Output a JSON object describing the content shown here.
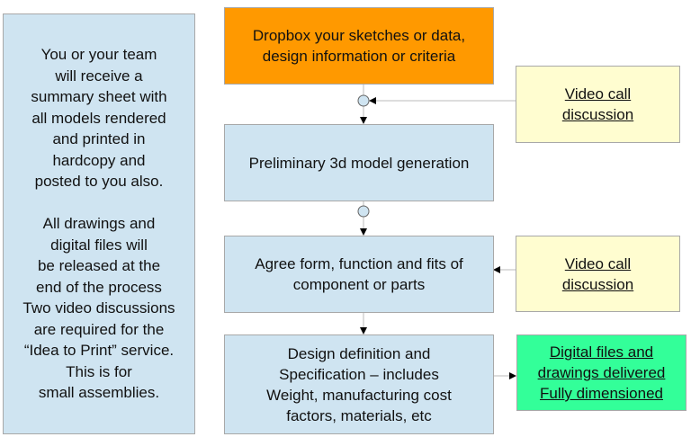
{
  "side_note": {
    "text": "You or your team\nwill receive a\nsummary sheet with\nall models rendered\nand printed in\nhardcopy and\nposted to you also.\n\nAll drawings and\ndigital files will\nbe released at the\nend of the process\nTwo video discussions\nare required for the\n“Idea to Print” service.\nThis is for\nsmall assemblies."
  },
  "steps": [
    {
      "label": "Dropbox your sketches or data,\ndesign information or criteria"
    },
    {
      "label": "Preliminary 3d model generation"
    },
    {
      "label": "Agree form, function and fits of\ncomponent or parts"
    },
    {
      "label": "Design definition and\nSpecification – includes\nWeight, manufacturing cost\nfactors, materials, etc"
    }
  ],
  "video_call_1": {
    "label": "Video call\ndiscussion"
  },
  "video_call_2": {
    "label": "Video call\ndiscussion"
  },
  "deliverable": {
    "label": "Digital files and\ndrawings delivered\nFully dimensioned"
  },
  "colors": {
    "orange": "#ff9900",
    "blue": "#cfe4f1",
    "yellow": "#fffdd0",
    "green": "#33ff99"
  }
}
